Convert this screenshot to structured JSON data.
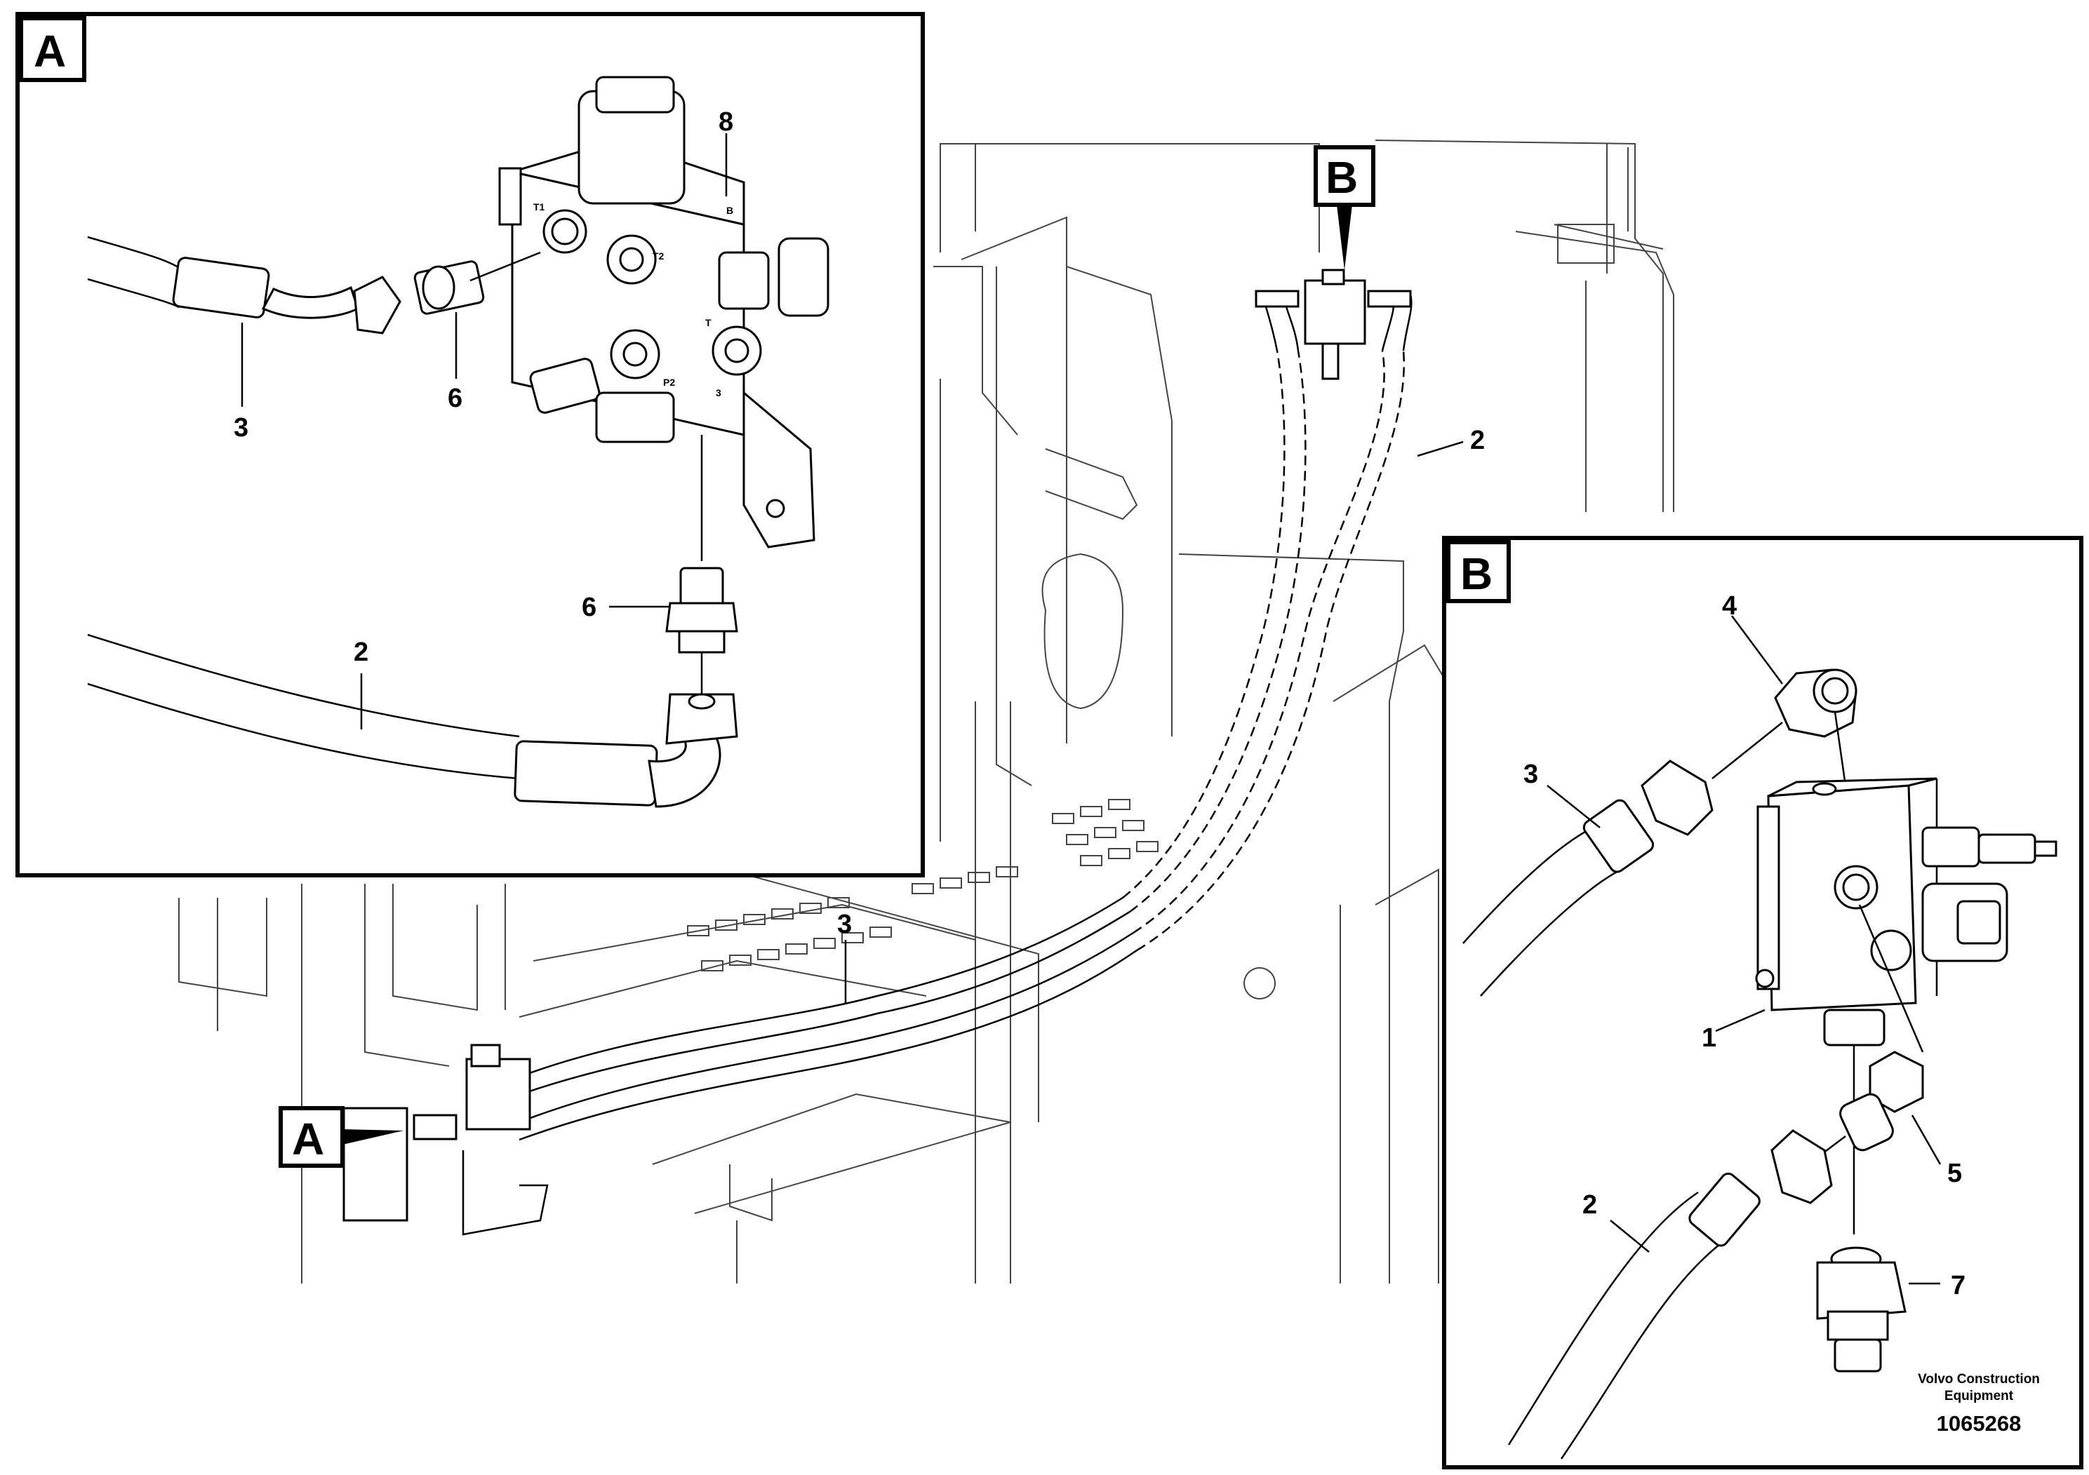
{
  "callouts": {
    "view_a": "A",
    "view_b": "B"
  },
  "view_a_labels": {
    "hose_3": "3",
    "adapter_6_top": "6",
    "valve_8": "8",
    "adapter_6_bottom": "6",
    "hose_2": "2"
  },
  "valve_ports": {
    "t1": "T1",
    "t2": "T2",
    "b": "B",
    "t": "T",
    "p2": "P2",
    "three": "3"
  },
  "main_labels": {
    "hose_2": "2",
    "hose_3": "3"
  },
  "view_b_labels": {
    "item_4": "4",
    "item_3": "3",
    "item_1": "1",
    "item_5": "5",
    "item_2": "2",
    "item_7": "7"
  },
  "footer": {
    "company_line1": "Volvo Construction",
    "company_line2": "Equipment",
    "doc_number": "1065268"
  }
}
